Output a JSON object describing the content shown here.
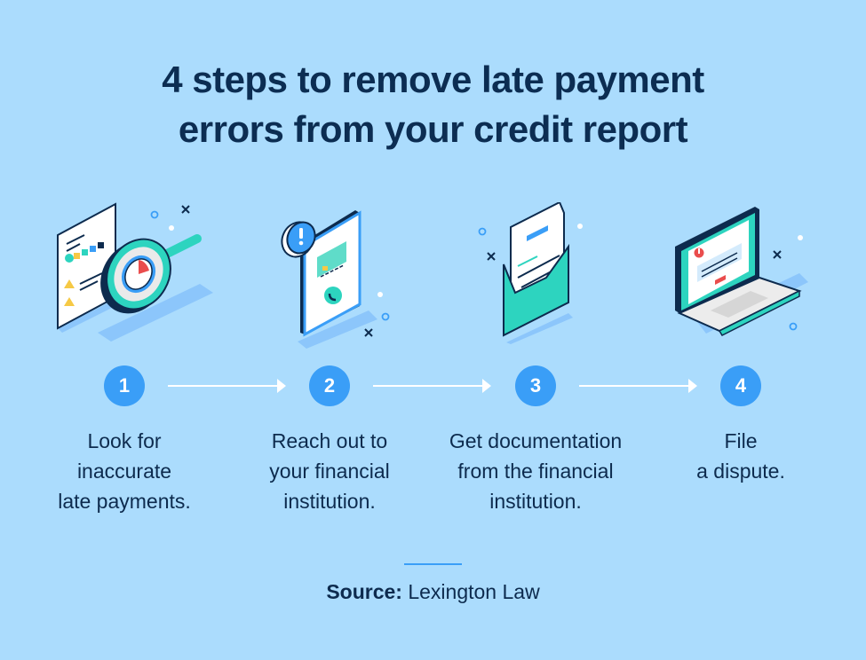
{
  "title": {
    "line1": "4 steps to remove late payment",
    "line2": "errors from your credit report"
  },
  "steps": [
    {
      "number": "1",
      "lines": [
        "Look for",
        "inaccurate",
        "late payments."
      ],
      "icon": "magnifier-report-icon"
    },
    {
      "number": "2",
      "lines": [
        "Reach out to",
        "your financial",
        "institution."
      ],
      "icon": "phone-alert-icon"
    },
    {
      "number": "3",
      "lines": [
        "Get documentation",
        "from the financial",
        "institution."
      ],
      "icon": "envelope-document-icon"
    },
    {
      "number": "4",
      "lines": [
        "File",
        "a dispute."
      ],
      "icon": "laptop-alert-icon"
    }
  ],
  "source": {
    "label": "Source:",
    "value": "Lexington Law"
  },
  "colors": {
    "background": "#abdcfd",
    "title": "#0c2d52",
    "accent_blue": "#3a9ef7",
    "teal": "#2dd4bf",
    "navy": "#0d2b4e",
    "alert_red": "#ea4d4d",
    "yellow": "#f6c945"
  }
}
